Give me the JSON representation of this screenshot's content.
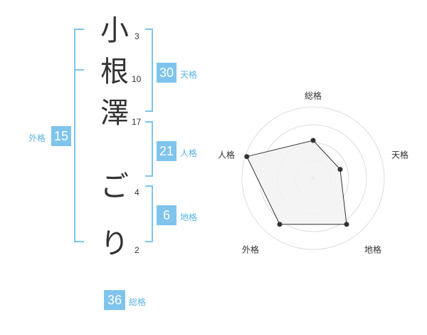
{
  "name": {
    "chars": [
      {
        "glyph": "小",
        "strokes": "3"
      },
      {
        "glyph": "根",
        "strokes": "10"
      },
      {
        "glyph": "澤",
        "strokes": "17"
      },
      {
        "glyph": "ご",
        "strokes": "4"
      },
      {
        "glyph": "り",
        "strokes": "2"
      }
    ]
  },
  "kaku": {
    "tenkaku": {
      "value": "30",
      "label": "天格"
    },
    "jinkaku": {
      "value": "21",
      "label": "人格"
    },
    "chikaku": {
      "value": "6",
      "label": "地格"
    },
    "gaikaku": {
      "value": "15",
      "label": "外格"
    },
    "soukaku": {
      "value": "36",
      "label": "総格"
    }
  },
  "chart_data": {
    "type": "radar",
    "axes": [
      "総格",
      "天格",
      "地格",
      "外格",
      "人格"
    ],
    "values": [
      0.53,
      0.4,
      0.8,
      0.8,
      0.98
    ],
    "rings": 4,
    "max": 1,
    "colors": {
      "fill": "#f2f2f2",
      "line": "#333333",
      "grid": "#dddddd"
    }
  }
}
